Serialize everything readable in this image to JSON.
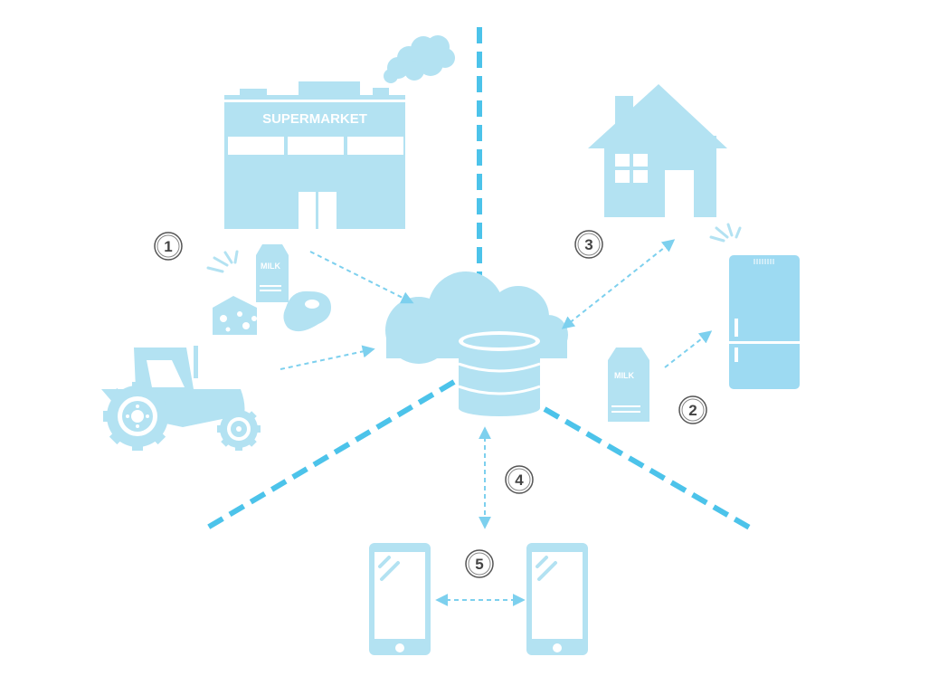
{
  "labels": {
    "supermarket": "SUPERMARKET",
    "milk_top": "MILK",
    "milk_bottom": "MILK"
  },
  "steps": [
    "1",
    "2",
    "3",
    "4",
    "5"
  ],
  "colors": {
    "icon_fill": "#b3e2f2",
    "divider": "#4cc3ea",
    "arrow": "#7dd0ee",
    "step_stroke": "#555555"
  },
  "icons": [
    "supermarket-icon",
    "smoke-cloud-icon",
    "tractor-icon",
    "milk-carton-icon",
    "cheese-icon",
    "meat-icon",
    "cloud-icon",
    "database-icon",
    "house-icon",
    "fridge-icon",
    "smartphone-icon"
  ]
}
